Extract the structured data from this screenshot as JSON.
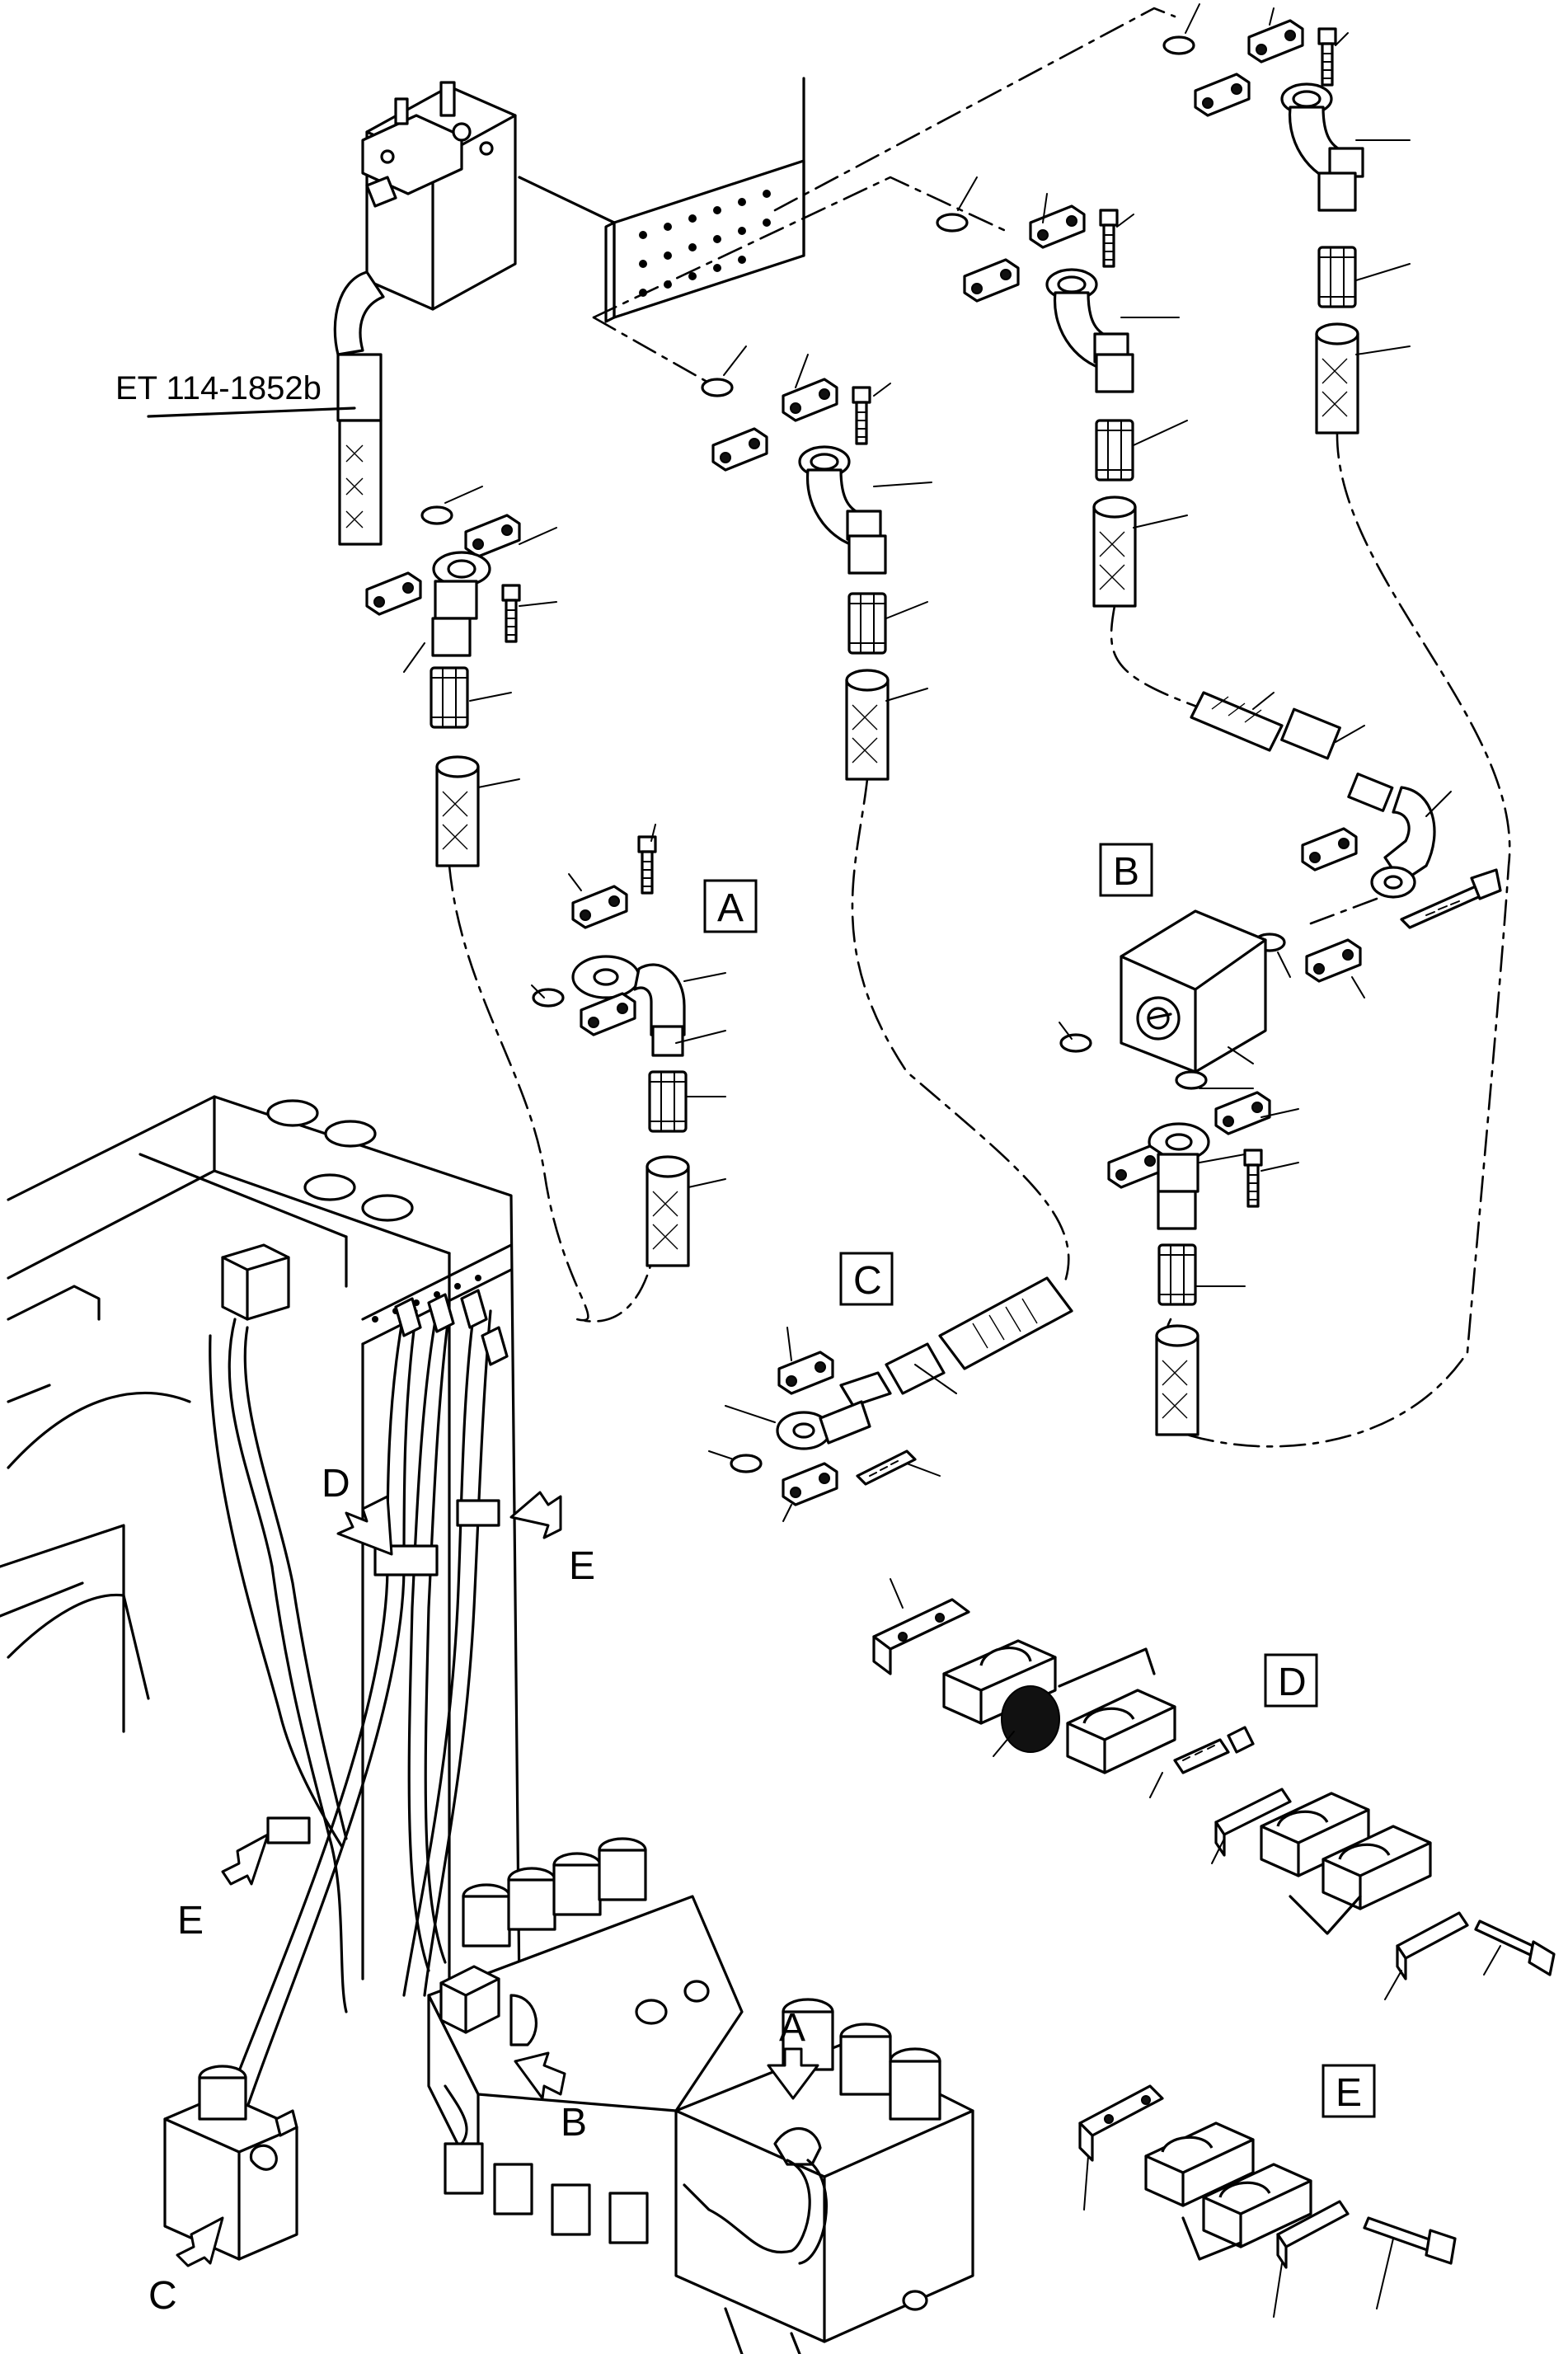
{
  "figure": {
    "reference": "ET 114-1852b",
    "detail_labels": {
      "a": "A",
      "b": "B",
      "c": "C",
      "d": "D",
      "e": "E"
    },
    "callout_labels": {
      "a": "A",
      "b": "B",
      "c": "C",
      "d": "D",
      "e_upper": "E",
      "e_lower": "E"
    }
  }
}
